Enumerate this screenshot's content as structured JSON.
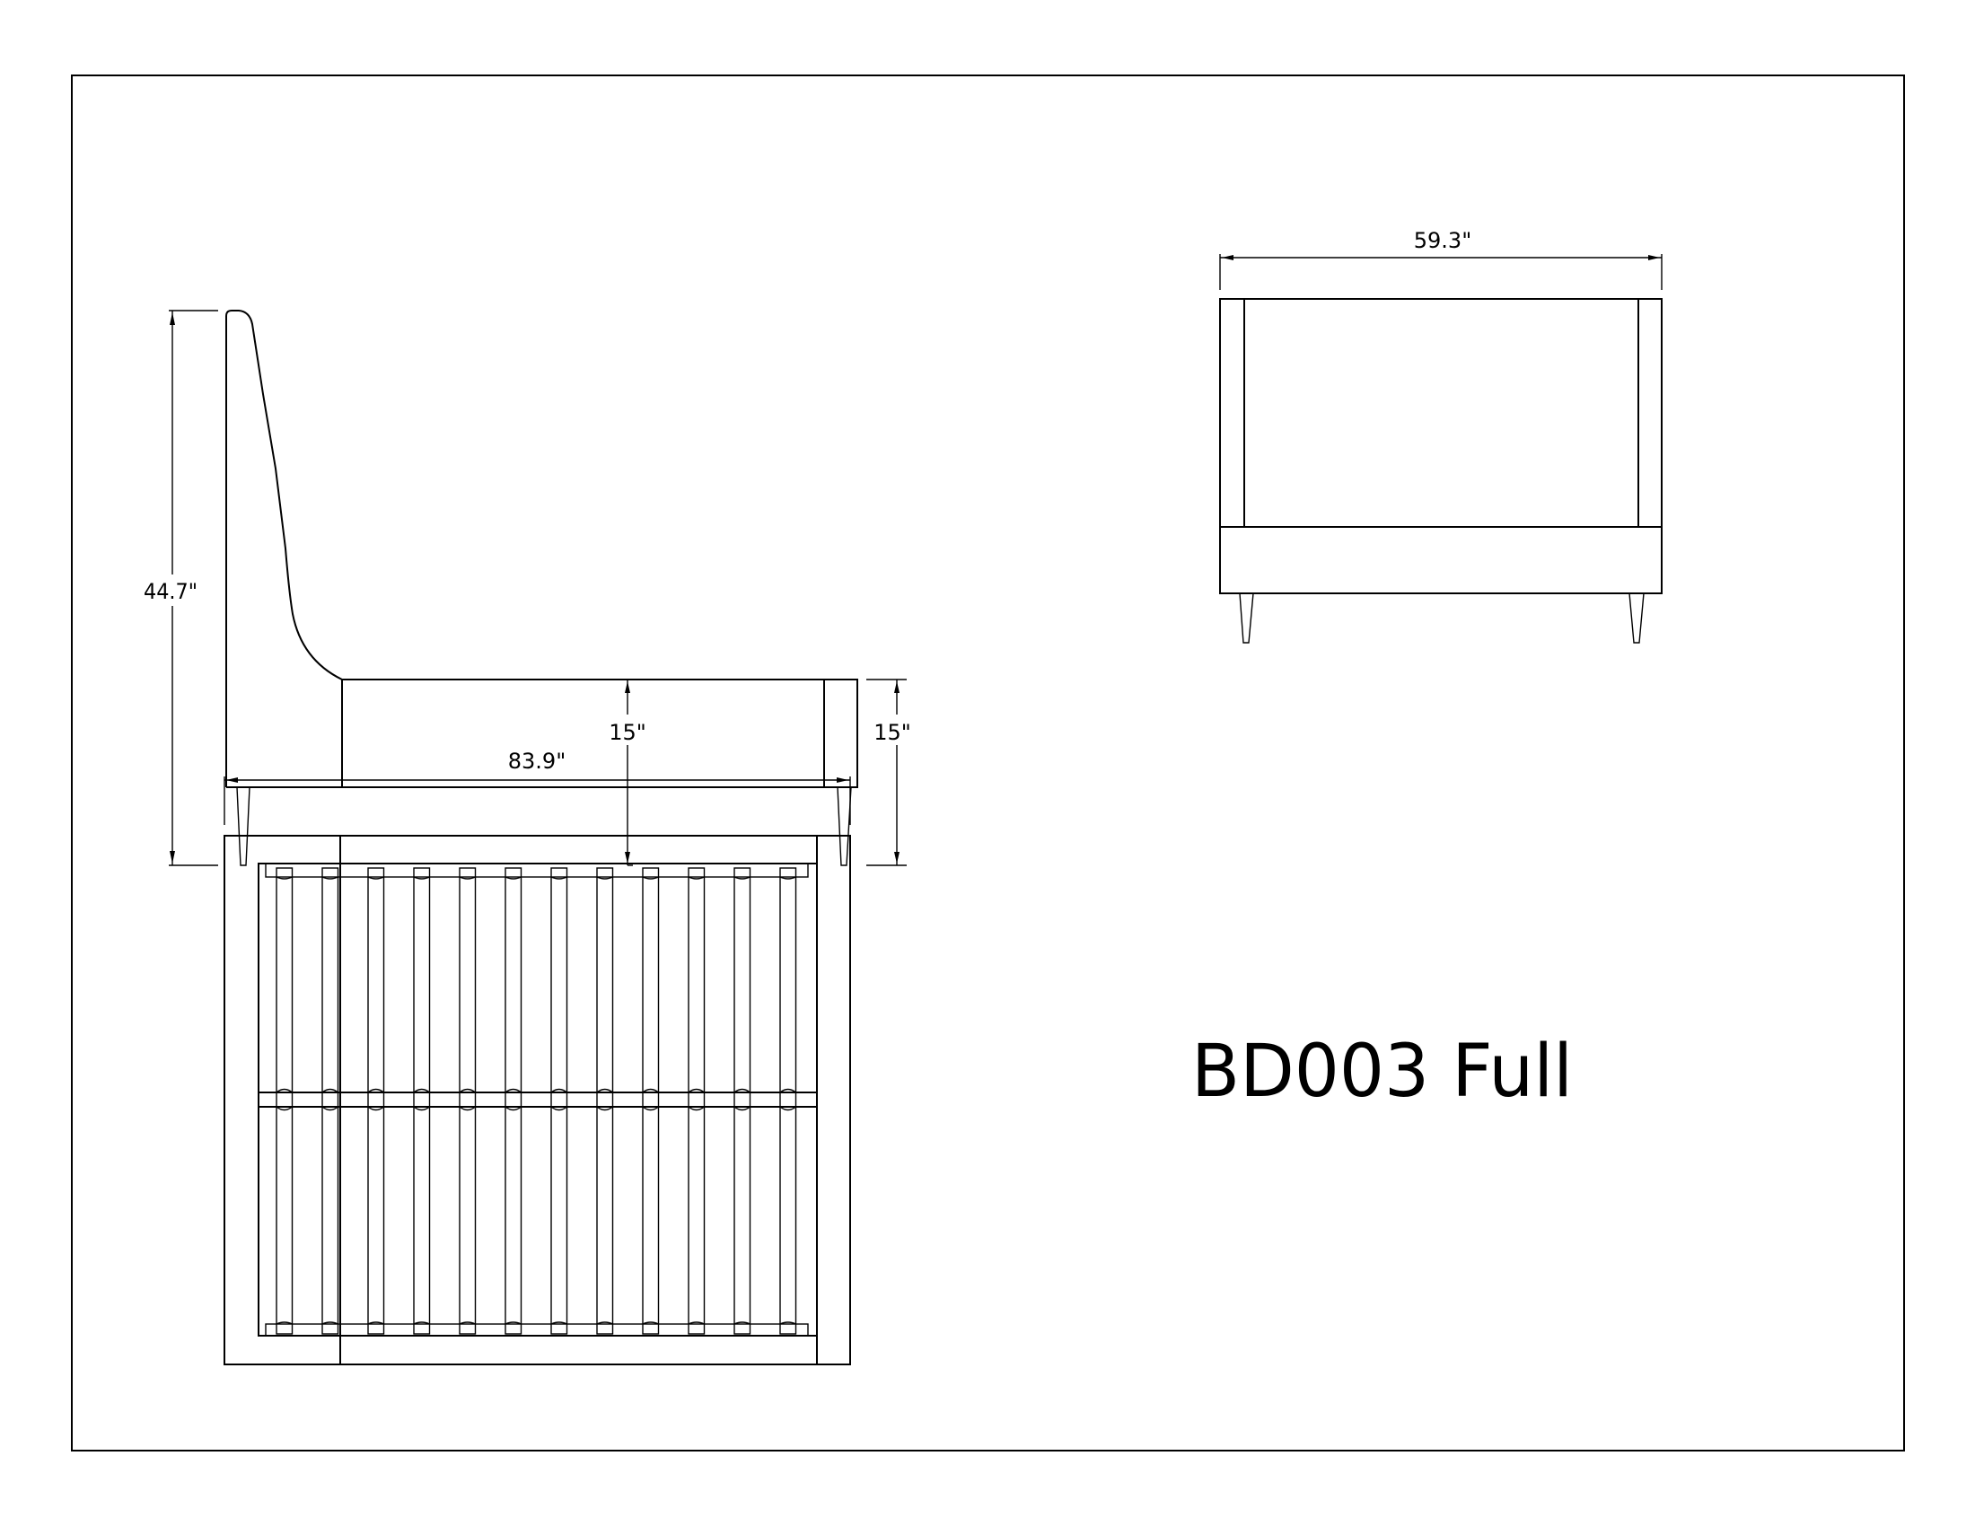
{
  "title": "BD003 Full",
  "dimensions": {
    "overall_height": "44.7\"",
    "rail_height_center": "15\"",
    "rail_height_end": "15\"",
    "width": "59.3\"",
    "length": "83.9\""
  },
  "top_view": {
    "slat_count": 12
  },
  "colors": {
    "line": "#000000",
    "background": "#ffffff"
  }
}
